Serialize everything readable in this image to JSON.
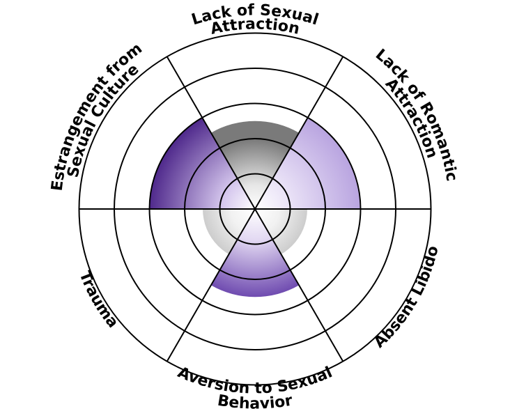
{
  "diagram": {
    "type": "radial-segment-chart",
    "rings": 5,
    "levels_max": 5,
    "colors": {
      "fill_light": "#ffffff",
      "fill_purple_mid": "#9a7fcc",
      "fill_purple_dark": "#4e2a8e",
      "fill_lilac": "#c4b2e6",
      "fill_gray": "#8a8a8a",
      "line": "#000000"
    }
  },
  "chart_data": {
    "type": "radial",
    "segments": [
      {
        "name": "Lack of Sexual Attraction",
        "lines": [
          "Lack of Sexual",
          "Attraction"
        ],
        "level": 2.5,
        "color": "gray"
      },
      {
        "name": "Lack of Romantic Attraction",
        "lines": [
          "Lack of Romantic",
          "Attraction"
        ],
        "level": 3.0,
        "color": "lilac"
      },
      {
        "name": "Absent Libido",
        "lines": [
          "Absent Libido"
        ],
        "level": 0,
        "color": "none"
      },
      {
        "name": "Aversion to Sexual Behavior",
        "lines": [
          "Aversion to Sexual",
          "Behavior"
        ],
        "level": 2.5,
        "color": "purple"
      },
      {
        "name": "Trauma",
        "lines": [
          "Trauma"
        ],
        "level": 0,
        "color": "none"
      },
      {
        "name": "Estrangement from Sexual Culture",
        "lines": [
          "Estrangement from",
          "Sexual Culture"
        ],
        "level": 3.0,
        "color": "deep-purple"
      }
    ]
  }
}
